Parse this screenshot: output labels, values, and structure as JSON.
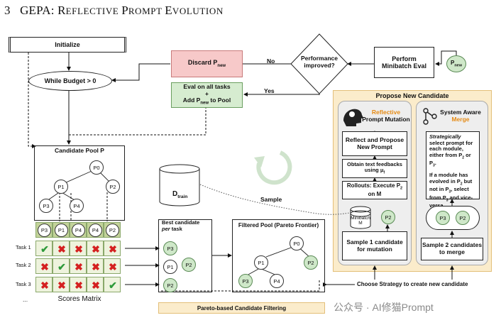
{
  "figure": {
    "section_number": "3",
    "section_title_main": "GEPA: ",
    "section_title_words": [
      {
        "cap": "R",
        "rest": "EFLECTIVE "
      },
      {
        "cap": "P",
        "rest": "ROMPT "
      },
      {
        "cap": "E",
        "rest": "VOLUTION"
      }
    ]
  },
  "loop": {
    "initialize": "Initialize",
    "while_budget": "While Budget > 0",
    "discard": "Discard P",
    "discard_sub": "new",
    "eval_line1": "Eval on all tasks",
    "eval_line2": "+",
    "eval_line3_a": "Add P",
    "eval_line3_sub": "new",
    "eval_line3_b": " to Pool",
    "decision": "Performance improved?",
    "no": "No",
    "yes": "Yes",
    "perform_eval": "Perform Minibatch Eval",
    "p_new_a": "P",
    "p_new_sub": "new"
  },
  "pool": {
    "title": "Candidate Pool P",
    "nodes": [
      "P0",
      "P1",
      "P2",
      "P3",
      "P4"
    ]
  },
  "scores": {
    "columns": [
      "P3",
      "P1",
      "P4",
      "P4",
      "P2"
    ],
    "rows": [
      {
        "task": "Task 1",
        "cells": [
          "check",
          "cross",
          "cross",
          "cross",
          "cross"
        ]
      },
      {
        "task": "Task 2",
        "cells": [
          "cross",
          "check",
          "cross",
          "cross",
          "cross"
        ]
      },
      {
        "task": "Task 3",
        "cells": [
          "cross",
          "cross",
          "cross",
          "cross",
          "check"
        ]
      }
    ],
    "ellipsis": "...",
    "title": "Scores Matrix"
  },
  "best": {
    "title_a": "Best candidate",
    "title_b_italic": "per",
    "title_b_rest": " task",
    "nodes": [
      "P3",
      "P1",
      "P2",
      "P2"
    ]
  },
  "filtered": {
    "title": "Filtered Pool (Pareto Frontier)",
    "nodes": [
      "P0",
      "P1",
      "P2",
      "P3",
      "P4"
    ]
  },
  "dtrain": {
    "label_a": "D",
    "label_sub": "train",
    "sample": "Sample"
  },
  "propose": {
    "title": "Propose New Candidate",
    "reflective_title_a": "Reflective",
    "reflective_title_b": " Prompt Mutation",
    "reflect_box": "Reflect and Propose New Prompt",
    "obtain_a": "Obtain text feedbacks using μ",
    "obtain_sub": "f",
    "rollouts_a": "Rollouts: Execute P",
    "rollouts_sub": "2",
    "rollouts_b": " on M",
    "minibatch": "Minibatch M",
    "p2": "P2",
    "sample1": "Sample 1 candidate for mutation",
    "merge_title_a": "System Aware",
    "merge_title_b": "Merge",
    "merge_desc_a_italic": "Strategically",
    "merge_desc_b": " select prompt for each module, either from P",
    "merge_desc_c": " or P",
    "merge_desc_d": ".",
    "merge_desc2": "If a module has evolved in P",
    "merge_desc3": " but not in P",
    "merge_desc4": ", select from P",
    "merge_desc5": " and vice-versa.",
    "merge_nodes": [
      "P3",
      "P2"
    ],
    "sample2": "Sample 2 candidates to merge",
    "choose": "Choose Strategy to create new candidate"
  },
  "footer": {
    "pareto": "Pareto-based Candidate Filtering",
    "watermark": "公众号 · AI修猫Prompt"
  },
  "colors": {
    "discard_fill": "#f7c9c9",
    "discard_border": "#c87a7a",
    "eval_fill": "#d6ecd0",
    "eval_border": "#6a9e5f",
    "node_green": "#cfe8c9",
    "propose_bg": "#fbeccb",
    "propose_border": "#e3bf79",
    "panel_bg": "#eeeeee",
    "reflective_orange": "#e58a14",
    "scores_header": "#c3d39a",
    "scores_cell": "#eef3dd",
    "cross": "#d42020",
    "check": "#2e9a3a"
  }
}
